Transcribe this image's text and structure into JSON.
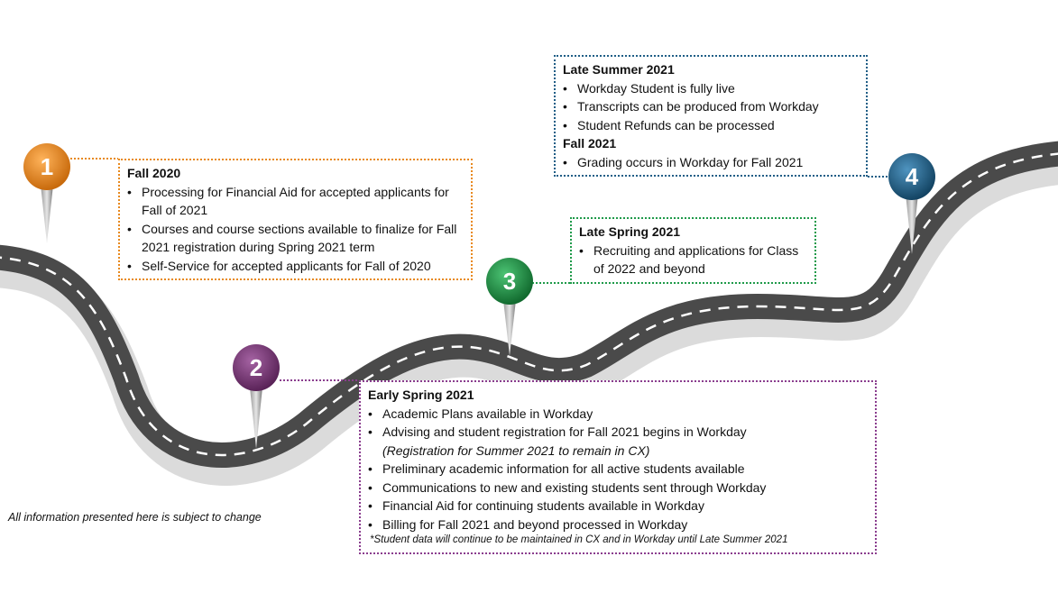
{
  "colors": {
    "road": "#4a4a4a",
    "road_dash": "#ffffff",
    "milestone_1": "#e8891e",
    "milestone_2": "#7a3779",
    "milestone_3": "#1f8a42",
    "milestone_4": "#1f5e86"
  },
  "milestones": [
    {
      "number": "1",
      "color": "#e8891e",
      "sections": [
        {
          "heading": "Fall 2020",
          "items": [
            "Processing for Financial Aid for accepted applicants for Fall of 2021",
            "Courses and course sections available to finalize for Fall 2021 registration during Spring 2021 term",
            "Self-Service for accepted applicants for Fall of 2020"
          ]
        }
      ]
    },
    {
      "number": "2",
      "color": "#7a3779",
      "sections": [
        {
          "heading": "Early Spring 2021",
          "items": [
            "Academic Plans available in Workday",
            "Advising and student registration for Fall 2021 begins in Workday",
            "Preliminary academic information for all active students available",
            "Communications to new and existing students sent through Workday",
            "Financial Aid for continuing students available in Workday",
            "Billing for Fall 2021 and beyond processed in Workday"
          ],
          "note": "(Registration for Summer 2021 to remain in CX)",
          "footnote": "*Student data will continue to be maintained in CX and in Workday until Late Summer 2021"
        }
      ]
    },
    {
      "number": "3",
      "color": "#1f8a42",
      "sections": [
        {
          "heading": "Late Spring 2021",
          "items": [
            "Recruiting and applications for Class of 2022 and beyond"
          ]
        }
      ]
    },
    {
      "number": "4",
      "color": "#1f5e86",
      "sections": [
        {
          "heading": "Late Summer 2021",
          "items": [
            "Workday Student is fully live",
            "Transcripts can be produced from Workday",
            "Student Refunds can be processed"
          ]
        },
        {
          "heading": "Fall 2021",
          "items": [
            "Grading occurs in Workday for Fall 2021"
          ]
        }
      ]
    }
  ],
  "disclaimer": "All information presented here is subject to change"
}
